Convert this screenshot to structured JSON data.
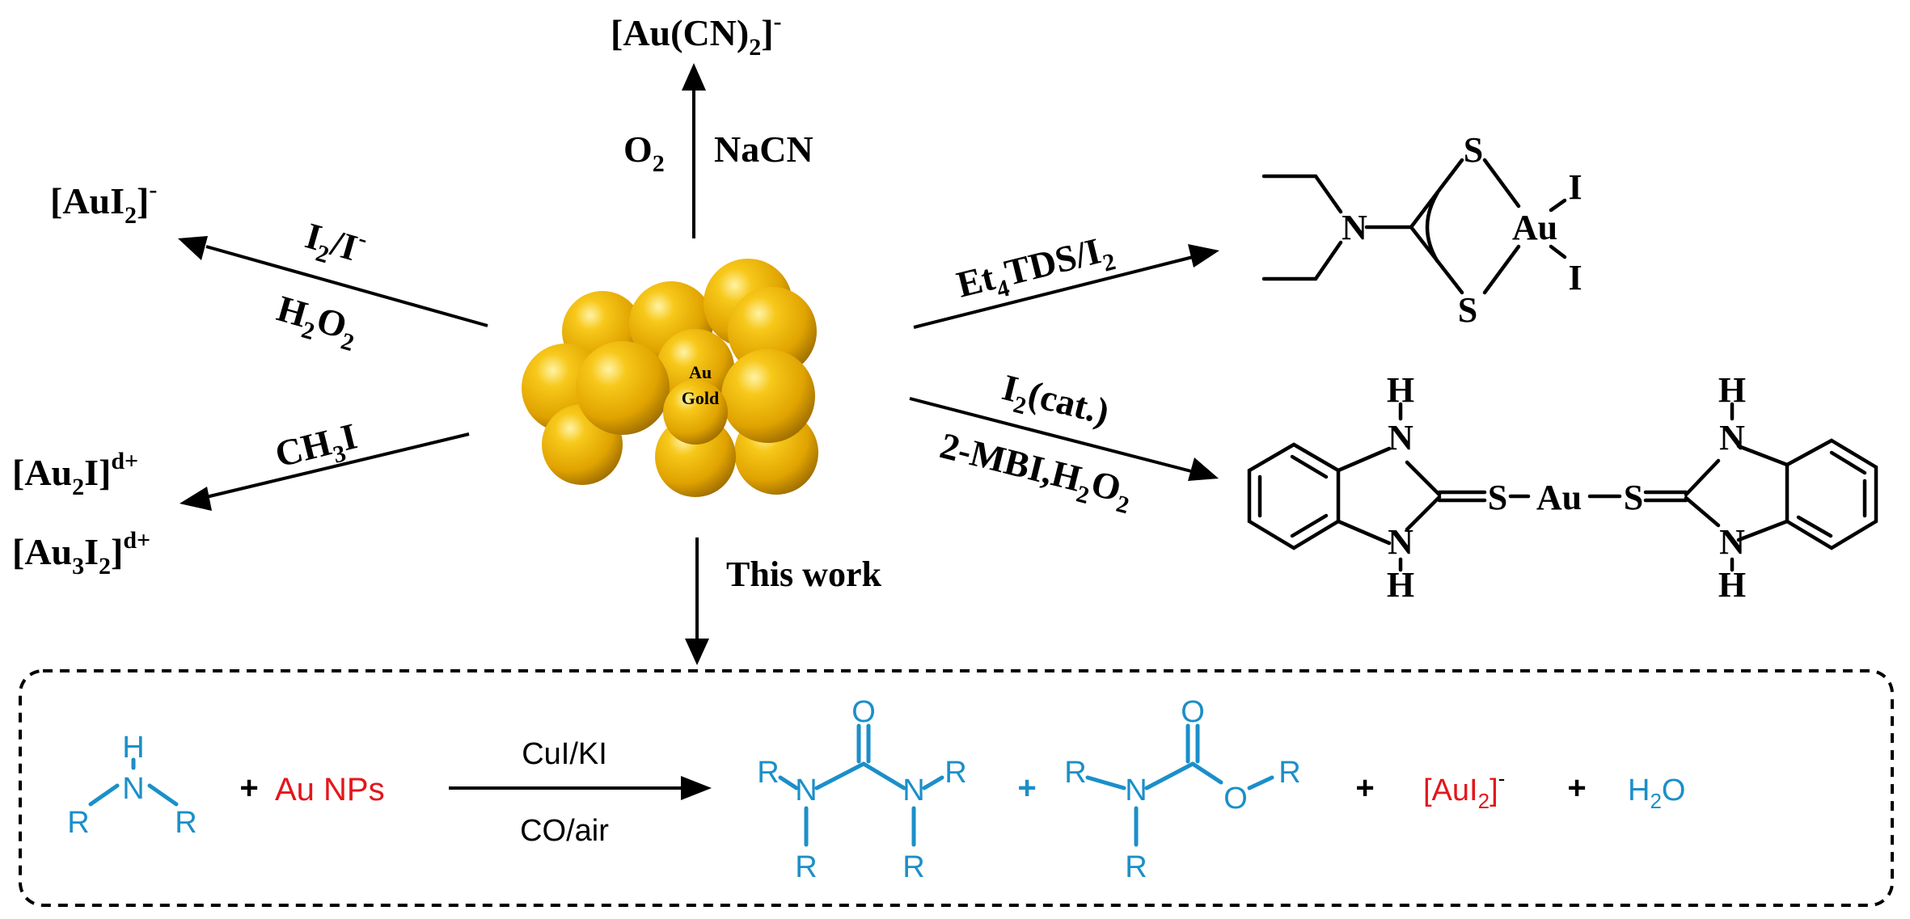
{
  "top_product": {
    "main": "[Au(CN)",
    "sub": "2",
    "close": "]",
    "sup": "-"
  },
  "top_reagents": {
    "left_main": "O",
    "left_sub": "2",
    "right": "NaCN"
  },
  "left_top_product": {
    "main": "[AuI",
    "sub": "2",
    "close": "]",
    "sup": "-"
  },
  "left_top_reagents": {
    "line1_main": "I",
    "line1_sub": "2",
    "line1_rest": "/I",
    "line1_sup": "-",
    "line2_a": "H",
    "line2_sub1": "2",
    "line2_b": "O",
    "line2_sub2": "2"
  },
  "left_bottom_reagent": {
    "a": "CH",
    "sub": "3",
    "b": "I"
  },
  "left_bottom_products": {
    "p1_main": "[Au",
    "p1_sub": "2",
    "p1_rest": "I]",
    "p1_sup": "d+",
    "p2_main": "[Au",
    "p2_sub1": "3",
    "p2_mid": "I",
    "p2_sub2": "2",
    "p2_rest": "]",
    "p2_sup": "d+"
  },
  "cluster_label": {
    "line1": "Au",
    "line2": "Gold"
  },
  "right_top_reagent": {
    "a": "Et",
    "sub1": "4",
    "b": "TDS/I",
    "sub2": "2"
  },
  "right_top_complex": {
    "s_top": "S",
    "s_bottom": "S",
    "n": "N",
    "au": "Au",
    "i_top": "I",
    "i_bottom": "I"
  },
  "right_bottom_reagents": {
    "line1_a": "I",
    "line1_sub": "2",
    "line1_b": "(cat.)",
    "line2_a": "2-MBI,H",
    "line2_sub1": "2",
    "line2_b": "O",
    "line2_sub2": "2"
  },
  "right_bottom_complex": {
    "h": "H",
    "n": "N",
    "s": "S",
    "au": "Au"
  },
  "bottom_arrow_label": "This work",
  "scheme": {
    "reactant_atoms": {
      "h": "H",
      "n": "N",
      "r": "R"
    },
    "plus": "+",
    "au_nps": "Au NPs",
    "conditions_top": "CuI/KI",
    "conditions_bottom": "CO/air",
    "product_atoms": {
      "o": "O",
      "n": "N",
      "r": "R"
    },
    "complex_main": "[AuI",
    "complex_sub": "2",
    "complex_close": "]",
    "complex_sup": "-",
    "water_a": "H",
    "water_sub": "2",
    "water_b": "O"
  },
  "colors": {
    "blue": "#1b8fc9",
    "red": "#e4161b",
    "gold": "#f2b705"
  }
}
